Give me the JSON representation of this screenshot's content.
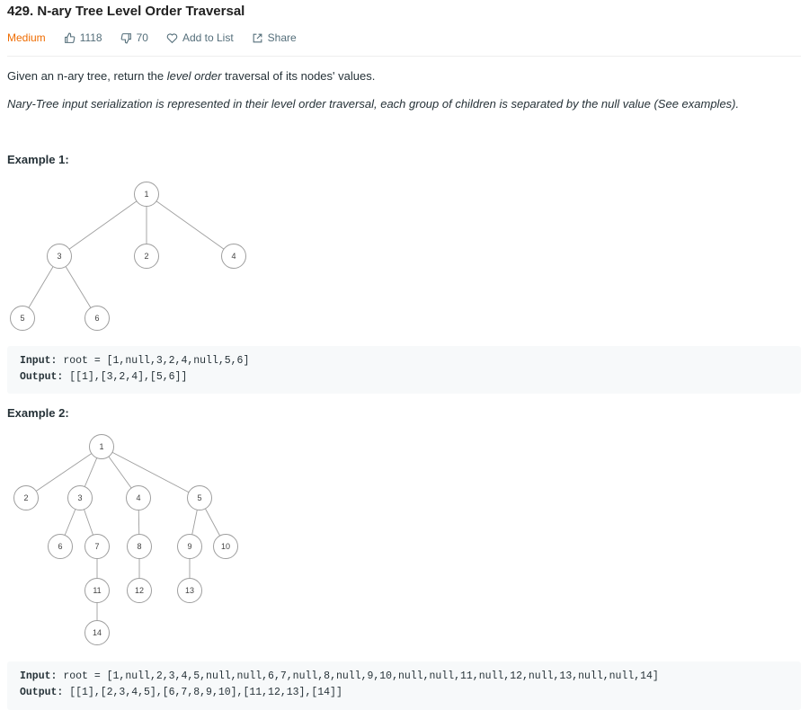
{
  "problem": {
    "title": "429. N-ary Tree Level Order Traversal",
    "difficulty": "Medium",
    "likes": "1118",
    "dislikes": "70",
    "add_to_list": "Add to List",
    "share": "Share"
  },
  "description": {
    "p1_before": "Given an n-ary tree, return the ",
    "p1_em": "level order",
    "p1_after": " traversal of its nodes' values.",
    "p2": "Nary-Tree input serialization is represented in their level order traversal, each group of children is separated by the null value (See examples)."
  },
  "examples": [
    {
      "title": "Example 1:",
      "input_label": "Input:",
      "input_value": " root = [1,null,3,2,4,null,5,6]",
      "output_label": "Output:",
      "output_value": " [[1],[3,2,4],[5,6]]",
      "tree_nodes": [
        "1",
        "3",
        "2",
        "4",
        "5",
        "6"
      ]
    },
    {
      "title": "Example 2:",
      "input_label": "Input:",
      "input_value": " root = [1,null,2,3,4,5,null,null,6,7,null,8,null,9,10,null,null,11,null,12,null,13,null,null,14]",
      "output_label": "Output:",
      "output_value": " [[1],[2,3,4,5],[6,7,8,9,10],[11,12,13],[14]]",
      "tree_nodes": [
        "1",
        "2",
        "3",
        "4",
        "5",
        "6",
        "7",
        "8",
        "9",
        "10",
        "11",
        "12",
        "13",
        "14"
      ]
    }
  ],
  "colors": {
    "difficulty": "#ef6c00",
    "meta": "#546e7a",
    "code_bg": "#f7f9fa",
    "node_stroke": "#9e9e9e"
  }
}
